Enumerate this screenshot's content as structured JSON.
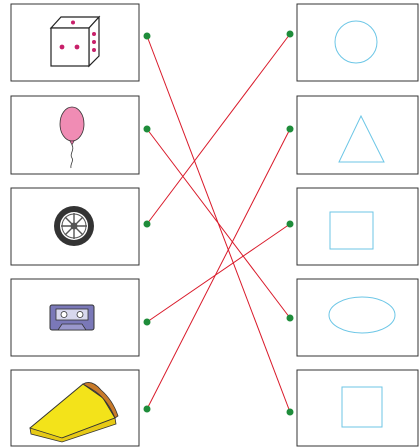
{
  "exercise": {
    "left_items": [
      {
        "id": "dice",
        "icon": "dice-icon"
      },
      {
        "id": "balloon",
        "icon": "balloon-icon"
      },
      {
        "id": "wheel",
        "icon": "wheel-icon"
      },
      {
        "id": "cassette",
        "icon": "cassette-icon"
      },
      {
        "id": "cheese",
        "icon": "cheese-wedge-icon"
      }
    ],
    "right_items": [
      {
        "id": "circle",
        "icon": "circle-shape-icon"
      },
      {
        "id": "triangle",
        "icon": "triangle-shape-icon"
      },
      {
        "id": "rectangle",
        "icon": "rectangle-shape-icon"
      },
      {
        "id": "ellipse",
        "icon": "ellipse-shape-icon"
      },
      {
        "id": "square",
        "icon": "square-shape-icon"
      }
    ],
    "matches": [
      {
        "from": "dice",
        "to": "square"
      },
      {
        "from": "balloon",
        "to": "ellipse"
      },
      {
        "from": "wheel",
        "to": "circle"
      },
      {
        "from": "cassette",
        "to": "rectangle"
      },
      {
        "from": "cheese",
        "to": "triangle"
      }
    ],
    "colors": {
      "box_border": "#333333",
      "dot": "#1e8c3a",
      "line": "#d91a2a",
      "shape_outline": "#6cc6e6",
      "balloon": "#f08cb4",
      "dice_pip": "#c8206a",
      "cheese": "#f3e31a",
      "cheese_crust": "#c87a2a"
    }
  }
}
